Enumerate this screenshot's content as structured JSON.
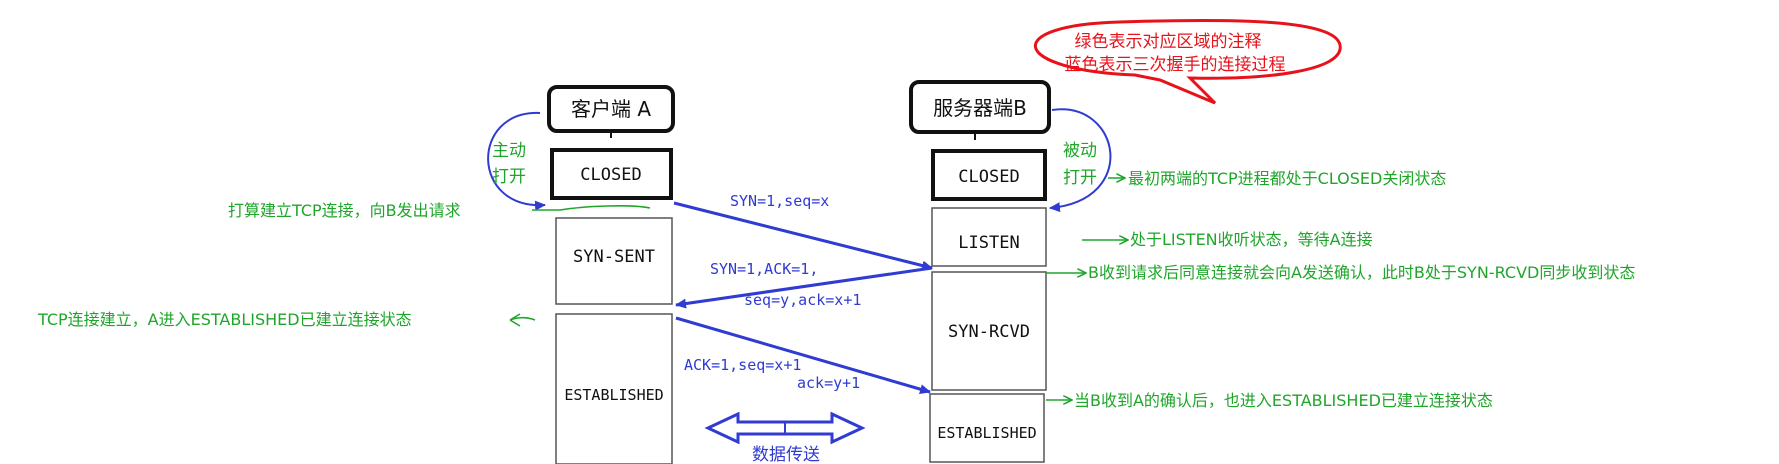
{
  "legend": {
    "line1": "绿色表示对应区域的注释",
    "line2": "蓝色表示三次握手的连接过程",
    "color": "#e8121a"
  },
  "client": {
    "title": "客户端 A",
    "states": [
      "CLOSED",
      "SYN-SENT",
      "ESTABLISHED"
    ],
    "open_label_1": "主动",
    "open_label_2": "打开"
  },
  "server": {
    "title": "服务器端B",
    "states": [
      "CLOSED",
      "LISTEN",
      "SYN-RCVD",
      "ESTABLISHED"
    ],
    "open_label_1": "被动",
    "open_label_2": "打开"
  },
  "messages": {
    "syn": "SYN=1,seq=x",
    "synack_1": "SYN=1,ACK=1,",
    "synack_2": "seq=y,ack=x+1",
    "ack_1": "ACK=1,seq=x+1",
    "ack_2": "ack=y+1",
    "data": "数据传送"
  },
  "notes": {
    "initial": "最初两端的TCP进程都处于CLOSED关闭状态",
    "request": "打算建立TCP连接，向B发出请求",
    "listen": "处于LISTEN收听状态，等待A连接",
    "synrcvd": "B收到请求后同意连接就会向A发送确认，此时B处于SYN-RCVD同步收到状态",
    "a_est": "TCP连接建立，A进入ESTABLISHED已建立连接状态",
    "b_est": "当B收到A的确认后，也进入ESTABLISHED已建立连接状态"
  },
  "colors": {
    "blue": "#2f3bd1",
    "green": "#1fa62a",
    "black": "#111111",
    "gray": "#555555"
  }
}
